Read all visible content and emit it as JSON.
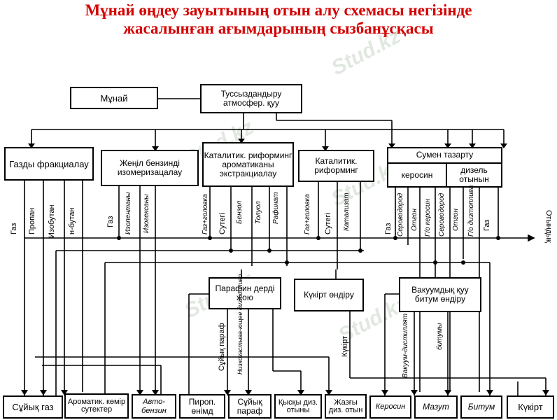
{
  "title": {
    "line1": "Мұнай өңдеу зауытының отын алу схемасы негізінде",
    "line2": "жасалынған ағымдарының сызбанұсқасы"
  },
  "watermark": "Stud.kz",
  "colors": {
    "title": "#d40000",
    "lines": "#000000"
  },
  "process": {
    "crude": "Мұнай",
    "distill": "Туссыздандыру атмосфер. қуу",
    "gasfrac": "Газды фракциалау",
    "isomer": "Жеңіл бензинді изомеризацалау",
    "catref_arom": "Каталитик. риформинг ароматиканы экстракциалау",
    "catref": "Каталитик. риформинг",
    "hydro_title": "Сумен тазарту",
    "hydro_kero": "керосин",
    "hydro_diesel": "дизель отынын",
    "paraffin": "Парафин дерді жою",
    "sulfur": "Күкірт өндіру",
    "vacuum": "Вакуумдық қуу битум өндіру"
  },
  "streams": {
    "gasfrac": [
      "Газ",
      "Пропан",
      "Изобутан",
      "н-бутан"
    ],
    "isomer": [
      "Изопентаны",
      "Изогексаны"
    ],
    "catref_arom": [
      "Газ+головка",
      "Сутегі",
      "Бензол",
      "Толуол",
      "Рафинат"
    ],
    "catref": [
      "Газ+головка",
      "Сутегі",
      "Катализат"
    ],
    "hydro": [
      "Газ",
      "Сероводород",
      "Отгон",
      "Г/о керосин",
      "Сероводород",
      "Отгон",
      "Г/о дизтоплива",
      "Газ"
    ],
    "isomer_gas": "Газ",
    "fuel_oil": "Отындық",
    "paraffin": [
      "Сұйық параф",
      "Низкозастыва-ющее дизтопливо"
    ],
    "sulfur": "Күкірт",
    "vacuum": [
      "Вакуум-дистиллят",
      "битумы"
    ]
  },
  "products": [
    "Сұйық газ",
    "Ароматик. көмір сутектер",
    "Авто-бензин",
    "Пироп. өнімд",
    "Сұйық параф",
    "Қысқы диз. отыны",
    "Жазғы диз. отын",
    "Керосин",
    "Мазут",
    "Битум",
    "Күкірт"
  ]
}
